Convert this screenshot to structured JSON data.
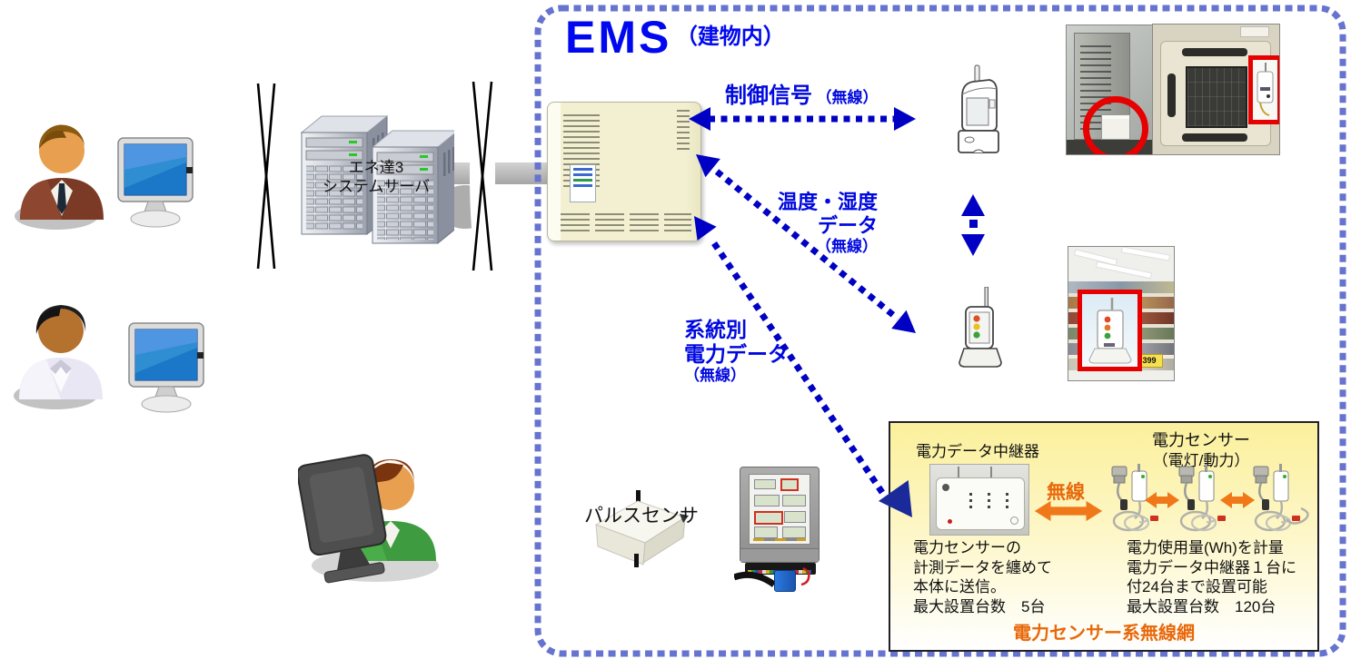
{
  "diagram": {
    "ems": {
      "title": "EMS",
      "subtitle": "（建物内）"
    },
    "server": {
      "label_line1": "エネ達3",
      "label_line2": "システムサーバ"
    },
    "arrows": {
      "control_label": "制御信号",
      "control_suffix": "（無線）",
      "temp_line1": "温度・湿度",
      "temp_line2": "データ",
      "temp_line3": "（無線）",
      "power_line1": "系統別",
      "power_line2": "電力データ",
      "power_line3": "（無線）"
    },
    "pulse_sensor_label": "パルスセンサ",
    "store_photo": {
      "price_tag": "399"
    },
    "wireless_box": {
      "relay_title": "電力データ中継器",
      "sensor_title_line1": "電力センサー",
      "sensor_title_line2": "（電灯/動力）",
      "wireless_label": "無線",
      "relay_desc_line1": "電力センサーの",
      "relay_desc_line2": "計測データを纏めて",
      "relay_desc_line3": "本体に送信。",
      "relay_desc_line4": "最大設置台数　5台",
      "sensor_desc_line1": "電力使用量(Wh)を計量",
      "sensor_desc_line2": "電力データ中継器１台に",
      "sensor_desc_line3": "付24台まで設置可能",
      "sensor_desc_line4": "最大設置台数　120台",
      "footer": "電力センサー系無線網"
    },
    "colors": {
      "label_blue": "#0008e0",
      "arrow_blue": "#0000c4",
      "border_periwinkle": "#6673cf",
      "accent_orange": "#e8680a",
      "highlight_red": "#e60000",
      "box_yellow": "#fbf09c"
    }
  }
}
